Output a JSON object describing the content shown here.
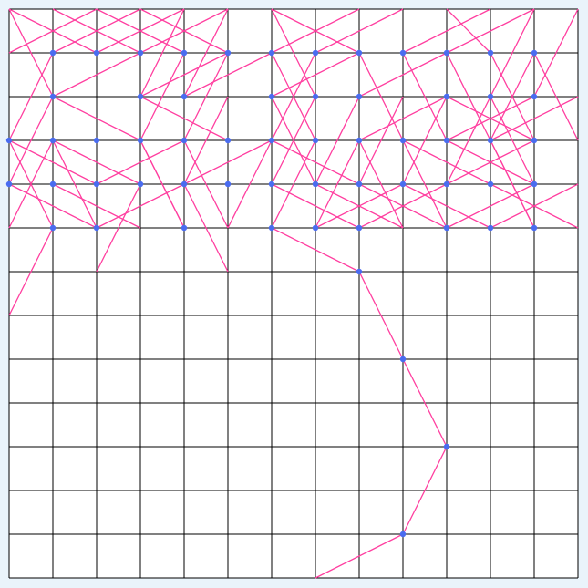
{
  "board": {
    "name": "knights-tour-board",
    "columns": 13,
    "rows": 13,
    "colors": {
      "page_background": "#eaf4fb",
      "board_background": "#ffffff",
      "grid_line": "#000000",
      "path_line": "#ff3fa0",
      "visited_dot": "#4a6cf0"
    }
  },
  "visited_cells": [
    [
      1,
      1
    ],
    [
      2,
      1
    ],
    [
      3,
      1
    ],
    [
      4,
      1
    ],
    [
      5,
      1
    ],
    [
      6,
      1
    ],
    [
      7,
      1
    ],
    [
      8,
      1
    ],
    [
      9,
      1
    ],
    [
      10,
      1
    ],
    [
      11,
      1
    ],
    [
      12,
      1
    ],
    [
      1,
      2
    ],
    [
      3,
      2
    ],
    [
      4,
      2
    ],
    [
      6,
      2
    ],
    [
      7,
      2
    ],
    [
      8,
      2
    ],
    [
      10,
      2
    ],
    [
      11,
      2
    ],
    [
      12,
      2
    ],
    [
      0,
      3
    ],
    [
      1,
      3
    ],
    [
      2,
      3
    ],
    [
      3,
      3
    ],
    [
      4,
      3
    ],
    [
      5,
      3
    ],
    [
      6,
      3
    ],
    [
      7,
      3
    ],
    [
      8,
      3
    ],
    [
      9,
      3
    ],
    [
      10,
      3
    ],
    [
      11,
      3
    ],
    [
      12,
      3
    ],
    [
      0,
      4
    ],
    [
      1,
      4
    ],
    [
      2,
      4
    ],
    [
      3,
      4
    ],
    [
      4,
      4
    ],
    [
      5,
      4
    ],
    [
      6,
      4
    ],
    [
      7,
      4
    ],
    [
      8,
      4
    ],
    [
      9,
      4
    ],
    [
      10,
      4
    ],
    [
      11,
      4
    ],
    [
      12,
      4
    ],
    [
      1,
      5
    ],
    [
      2,
      5
    ],
    [
      4,
      5
    ],
    [
      6,
      5
    ],
    [
      7,
      5
    ],
    [
      8,
      5
    ],
    [
      10,
      5
    ],
    [
      11,
      5
    ],
    [
      12,
      5
    ],
    [
      8,
      6
    ],
    [
      9,
      8
    ],
    [
      10,
      10
    ],
    [
      9,
      12
    ]
  ],
  "knight_path": [
    [
      [
        0,
        0
      ],
      [
        1,
        2
      ]
    ],
    [
      [
        0,
        0
      ],
      [
        2,
        1
      ]
    ],
    [
      [
        1,
        1
      ],
      [
        3,
        0
      ]
    ],
    [
      [
        0,
        1
      ],
      [
        2,
        0
      ]
    ],
    [
      [
        1,
        2
      ],
      [
        3,
        1
      ]
    ],
    [
      [
        1,
        1
      ],
      [
        0,
        3
      ]
    ],
    [
      [
        2,
        0
      ],
      [
        4,
        1
      ]
    ],
    [
      [
        2,
        1
      ],
      [
        4,
        0
      ]
    ],
    [
      [
        3,
        0
      ],
      [
        5,
        1
      ]
    ],
    [
      [
        4,
        0
      ],
      [
        3,
        2
      ]
    ],
    [
      [
        5,
        0
      ],
      [
        3,
        1
      ]
    ],
    [
      [
        5,
        0
      ],
      [
        4,
        2
      ]
    ],
    [
      [
        4,
        1
      ],
      [
        3,
        3
      ]
    ],
    [
      [
        5,
        1
      ],
      [
        4,
        3
      ]
    ],
    [
      [
        3,
        2
      ],
      [
        5,
        1
      ]
    ],
    [
      [
        3,
        2
      ],
      [
        5,
        3
      ]
    ],
    [
      [
        4,
        2
      ],
      [
        6,
        1
      ]
    ],
    [
      [
        3,
        1
      ],
      [
        1,
        0
      ]
    ],
    [
      [
        4,
        3
      ],
      [
        5,
        5
      ]
    ],
    [
      [
        4,
        4
      ],
      [
        5,
        6
      ]
    ],
    [
      [
        3,
        3
      ],
      [
        1,
        2
      ]
    ],
    [
      [
        3,
        3
      ],
      [
        4,
        5
      ]
    ],
    [
      [
        2,
        4
      ],
      [
        4,
        3
      ]
    ],
    [
      [
        2,
        4
      ],
      [
        0,
        3
      ]
    ],
    [
      [
        0,
        3
      ],
      [
        1,
        5
      ]
    ],
    [
      [
        1,
        5
      ],
      [
        0,
        7
      ]
    ],
    [
      [
        0,
        4
      ],
      [
        1,
        2
      ]
    ],
    [
      [
        0,
        4
      ],
      [
        2,
        5
      ]
    ],
    [
      [
        1,
        3
      ],
      [
        0,
        5
      ]
    ],
    [
      [
        1,
        3
      ],
      [
        2,
        5
      ]
    ],
    [
      [
        1,
        4
      ],
      [
        3,
        5
      ]
    ],
    [
      [
        3,
        4
      ],
      [
        1,
        3
      ]
    ],
    [
      [
        3,
        4
      ],
      [
        2,
        6
      ]
    ],
    [
      [
        2,
        5
      ],
      [
        4,
        4
      ]
    ],
    [
      [
        4,
        5
      ],
      [
        3,
        3
      ]
    ],
    [
      [
        4,
        4
      ],
      [
        6,
        3
      ]
    ],
    [
      [
        4,
        4
      ],
      [
        5,
        2
      ]
    ],
    [
      [
        5,
        5
      ],
      [
        6,
        3
      ]
    ],
    [
      [
        6,
        1
      ],
      [
        7,
        3
      ]
    ],
    [
      [
        6,
        1
      ],
      [
        8,
        0
      ]
    ],
    [
      [
        6,
        0
      ],
      [
        8,
        1
      ]
    ],
    [
      [
        6,
        0
      ],
      [
        7,
        2
      ]
    ],
    [
      [
        7,
        1
      ],
      [
        9,
        0
      ]
    ],
    [
      [
        7,
        1
      ],
      [
        6,
        3
      ]
    ],
    [
      [
        6,
        2
      ],
      [
        8,
        1
      ]
    ],
    [
      [
        6,
        2
      ],
      [
        7,
        4
      ]
    ],
    [
      [
        6,
        3
      ],
      [
        8,
        4
      ]
    ],
    [
      [
        6,
        4
      ],
      [
        7,
        2
      ]
    ],
    [
      [
        6,
        4
      ],
      [
        8,
        5
      ]
    ],
    [
      [
        7,
        3
      ],
      [
        6,
        5
      ]
    ],
    [
      [
        6,
        5
      ],
      [
        8,
        6
      ]
    ],
    [
      [
        7,
        4
      ],
      [
        9,
        5
      ]
    ],
    [
      [
        7,
        4
      ],
      [
        8,
        2
      ]
    ],
    [
      [
        7,
        5
      ],
      [
        9,
        4
      ]
    ],
    [
      [
        7,
        5
      ],
      [
        8,
        3
      ]
    ],
    [
      [
        8,
        1
      ],
      [
        9,
        3
      ]
    ],
    [
      [
        8,
        2
      ],
      [
        10,
        1
      ]
    ],
    [
      [
        8,
        3
      ],
      [
        9,
        5
      ]
    ],
    [
      [
        8,
        3
      ],
      [
        10,
        2
      ]
    ],
    [
      [
        8,
        4
      ],
      [
        9,
        2
      ]
    ],
    [
      [
        8,
        4
      ],
      [
        10,
        5
      ]
    ],
    [
      [
        8,
        5
      ],
      [
        10,
        4
      ]
    ],
    [
      [
        9,
        3
      ],
      [
        11,
        4
      ]
    ],
    [
      [
        9,
        3
      ],
      [
        10,
        5
      ]
    ],
    [
      [
        9,
        4
      ],
      [
        11,
        5
      ]
    ],
    [
      [
        9,
        4
      ],
      [
        10,
        2
      ]
    ],
    [
      [
        9,
        1
      ],
      [
        11,
        0
      ]
    ],
    [
      [
        9,
        1
      ],
      [
        10,
        3
      ]
    ],
    [
      [
        10,
        1
      ],
      [
        12,
        0
      ]
    ],
    [
      [
        10,
        1
      ],
      [
        11,
        3
      ]
    ],
    [
      [
        10,
        3
      ],
      [
        12,
        2
      ]
    ],
    [
      [
        10,
        3
      ],
      [
        12,
        4
      ]
    ],
    [
      [
        10,
        4
      ],
      [
        12,
        3
      ]
    ],
    [
      [
        10,
        4
      ],
      [
        11,
        2
      ]
    ],
    [
      [
        11,
        1
      ],
      [
        12,
        3
      ]
    ],
    [
      [
        11,
        1
      ],
      [
        10,
        0
      ]
    ],
    [
      [
        11,
        2
      ],
      [
        12,
        0
      ]
    ],
    [
      [
        11,
        2
      ],
      [
        12,
        4
      ]
    ],
    [
      [
        11,
        3
      ],
      [
        12,
        5
      ]
    ],
    [
      [
        11,
        3
      ],
      [
        13,
        2
      ]
    ],
    [
      [
        11,
        4
      ],
      [
        13,
        5
      ]
    ],
    [
      [
        11,
        5
      ],
      [
        13,
        4
      ]
    ],
    [
      [
        12,
        1
      ],
      [
        11,
        3
      ]
    ],
    [
      [
        12,
        1
      ],
      [
        13,
        3
      ]
    ],
    [
      [
        12,
        3
      ],
      [
        10,
        2
      ]
    ],
    [
      [
        12,
        4
      ],
      [
        10,
        5
      ]
    ],
    [
      [
        12,
        5
      ],
      [
        11,
        3
      ]
    ],
    [
      [
        12,
        2
      ],
      [
        13,
        0
      ]
    ],
    [
      [
        8,
        6
      ],
      [
        9,
        8
      ]
    ],
    [
      [
        9,
        8
      ],
      [
        10,
        10
      ]
    ],
    [
      [
        10,
        10
      ],
      [
        9,
        12
      ]
    ],
    [
      [
        9,
        12
      ],
      [
        7,
        13
      ]
    ]
  ]
}
